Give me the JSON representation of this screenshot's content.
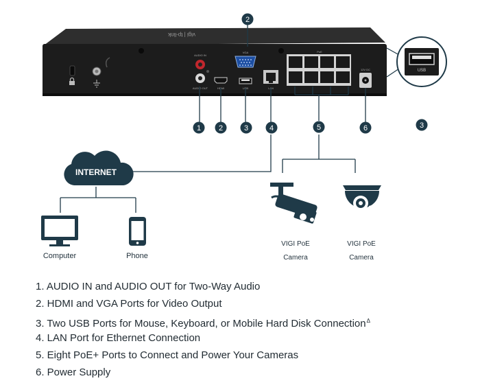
{
  "callouts": [
    "1",
    "2",
    "3",
    "4",
    "5",
    "6",
    "3"
  ],
  "device": {
    "brand_mark": "vigi | tp-link",
    "port_labels": {
      "audio_in": "AUDIO IN",
      "audio_out": "AUDIO OUT",
      "hdmi": "HDMI",
      "vga": "VGA",
      "usb": "USB",
      "lan": "LAN",
      "poe": "PoE",
      "power": "12V DC"
    }
  },
  "zoom": {
    "label": "USB"
  },
  "network": {
    "internet": "INTERNET",
    "computer": "Computer",
    "phone": "Phone",
    "camera_bullet_line1": "VIGI PoE",
    "camera_bullet_line2": "Camera",
    "camera_turret_line1": "VIGI PoE",
    "camera_turret_line2": "Camera"
  },
  "features": [
    "1. AUDIO IN and AUDIO OUT for Two-Way Audio",
    "2. HDMI and VGA Ports for Video Output",
    "3. Two USB Ports for Mouse, Keyboard, or Mobile Hard Disk Connection",
    "4. LAN Port for Ethernet Connection",
    "5. Eight PoE+ Ports to Connect and Power Your Cameras",
    "6. Power Supply"
  ],
  "feature_note_mark": "Δ",
  "colors": {
    "badge": "#1f3a48",
    "device_body": "#1c1c1c",
    "line": "#1f3a48",
    "icon": "#1f3a48"
  }
}
